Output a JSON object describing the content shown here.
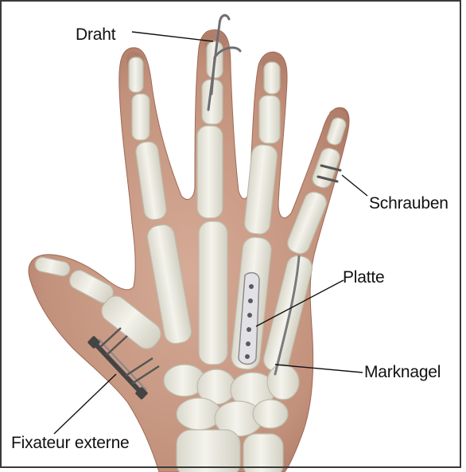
{
  "labels": {
    "wire": "Draht",
    "screws": "Schrauben",
    "plate": "Platte",
    "nail": "Marknagel",
    "fixator": "Fixateur externe"
  },
  "colors": {
    "skin": "#c79b86",
    "skin_shadow": "#a87460",
    "bone": "#ecebe2",
    "bone_outline": "#c9c7b8",
    "implant": "#6e6e72",
    "leader_line": "#111111",
    "frame": "#3a3a3a"
  }
}
